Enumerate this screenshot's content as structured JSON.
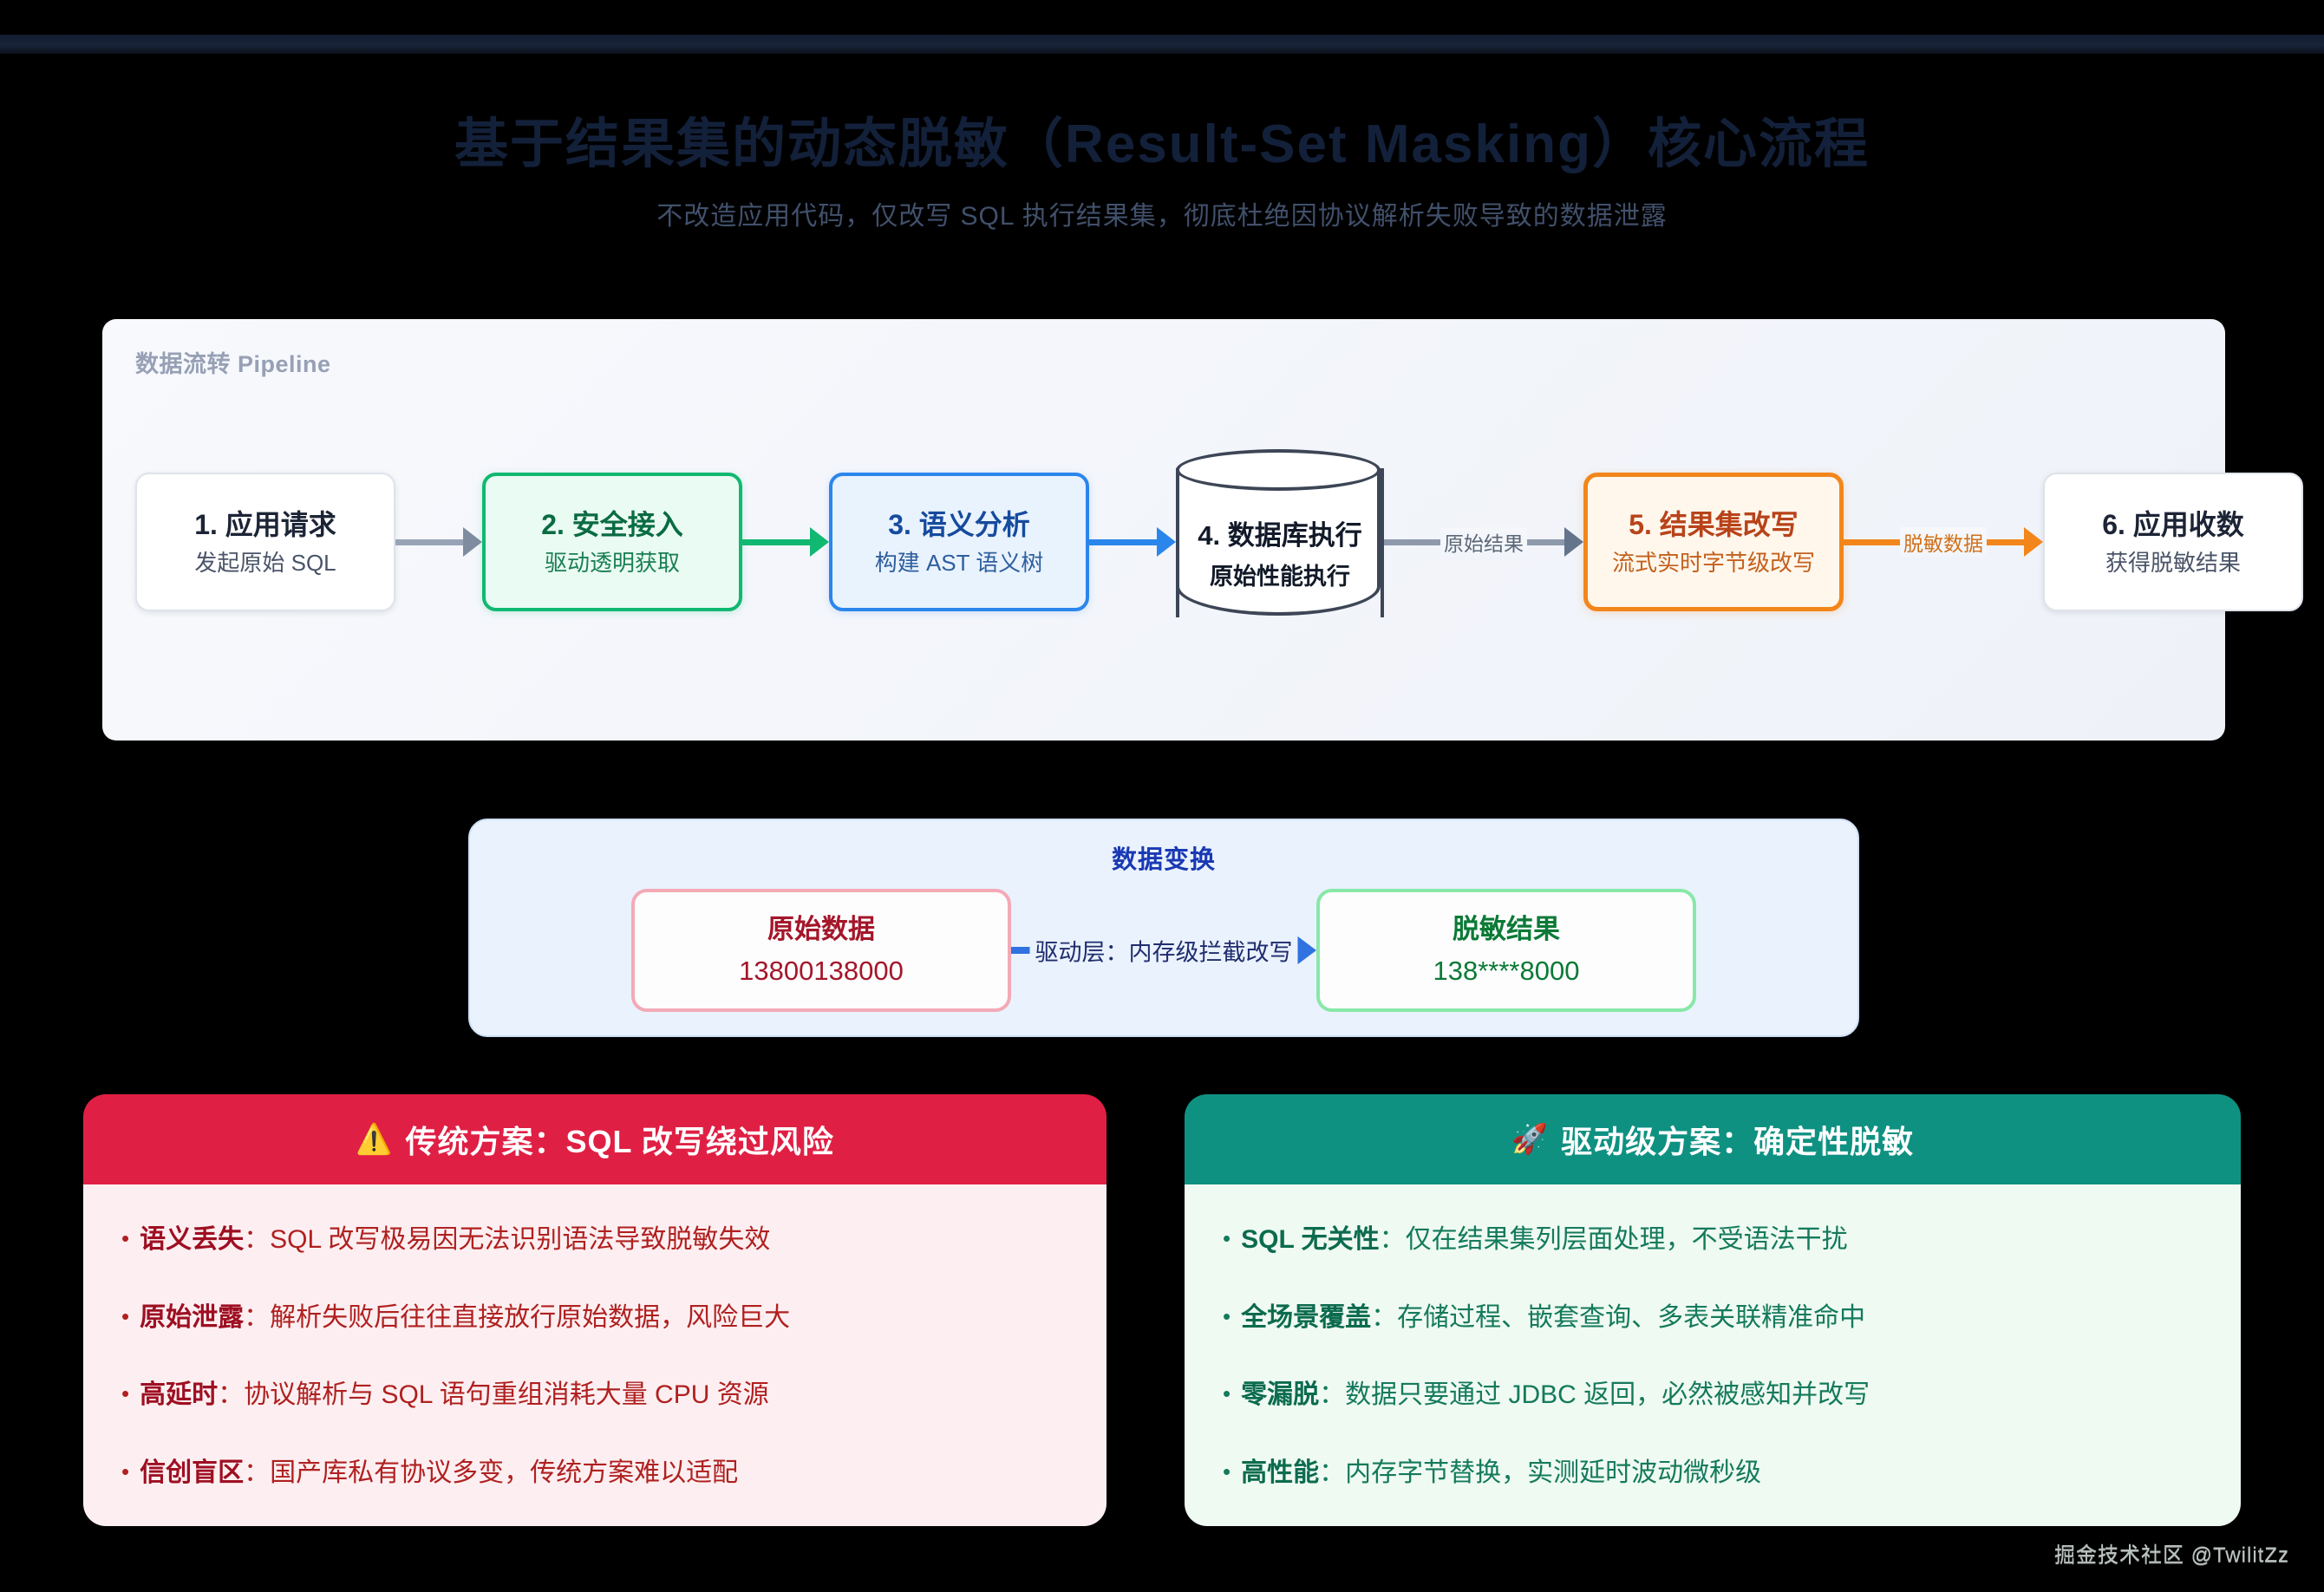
{
  "header": {
    "title": "基于结果集的动态脱敏（Result-Set Masking）核心流程",
    "subtitle": "不改造应用代码，仅改写 SQL 执行结果集，彻底杜绝因协议解析失败导致的数据泄露"
  },
  "pipeline": {
    "panel_label": "数据流转 Pipeline",
    "nodes": [
      {
        "title": "1. 应用请求",
        "desc": "发起原始 SQL",
        "style": "plain"
      },
      {
        "title": "2. 安全接入",
        "desc": "驱动透明获取",
        "style": "green"
      },
      {
        "title": "3. 语义分析",
        "desc": "构建 AST 语义树",
        "style": "blue"
      },
      {
        "title": "4. 数据库执行",
        "desc": "原始性能执行",
        "style": "db"
      },
      {
        "title": "5. 结果集改写",
        "desc": "流式实时字节级改写",
        "style": "orange"
      },
      {
        "title": "6. 应用收数",
        "desc": "获得脱敏结果",
        "style": "plain"
      }
    ],
    "connectors": [
      {
        "label": "",
        "style": "gray"
      },
      {
        "label": "",
        "style": "green"
      },
      {
        "label": "",
        "style": "blue"
      },
      {
        "label": "原始结果",
        "style": "lbl-gray"
      },
      {
        "label": "脱敏数据",
        "style": "lbl-orange"
      }
    ]
  },
  "transform": {
    "title": "数据变换",
    "original_label": "原始数据",
    "original_value": "13800138000",
    "arrow_label": "驱动层：内存级拦截改写",
    "masked_label": "脱敏结果",
    "masked_value": "138****8000"
  },
  "compare": {
    "left": {
      "icon": "⚠️",
      "icon_name": "warning-icon",
      "title": "传统方案：SQL 改写绕过风险",
      "items": [
        {
          "key": "语义丢失",
          "sep": "：",
          "text": "SQL 改写极易因无法识别语法导致脱敏失效"
        },
        {
          "key": "原始泄露",
          "sep": "：",
          "text": "解析失败后往往直接放行原始数据，风险巨大"
        },
        {
          "key": "高延时",
          "sep": "：",
          "text": "协议解析与 SQL 语句重组消耗大量 CPU 资源"
        },
        {
          "key": "信创盲区",
          "sep": "：",
          "text": "国产库私有协议多变，传统方案难以适配"
        }
      ]
    },
    "right": {
      "icon": "🚀",
      "icon_name": "rocket-icon",
      "title": "驱动级方案：确定性脱敏",
      "items": [
        {
          "key": "SQL 无关性",
          "sep": "：",
          "text": "仅在结果集列层面处理，不受语法干扰"
        },
        {
          "key": "全场景覆盖",
          "sep": "：",
          "text": "存储过程、嵌套查询、多表关联精准命中"
        },
        {
          "key": "零漏脱",
          "sep": "：",
          "text": "数据只要通过 JDBC 返回，必然被感知并改写"
        },
        {
          "key": "高性能",
          "sep": "：",
          "text": "内存字节替换，实测延时波动微秒级"
        }
      ]
    }
  },
  "watermark": "掘金技术社区 @TwilitZz",
  "colors": {
    "background": "#000000",
    "accent_green": "#10b871",
    "accent_blue": "#2b86ec",
    "accent_orange": "#f2861b",
    "card_red": "#e01f44",
    "card_teal": "#0f9182"
  }
}
